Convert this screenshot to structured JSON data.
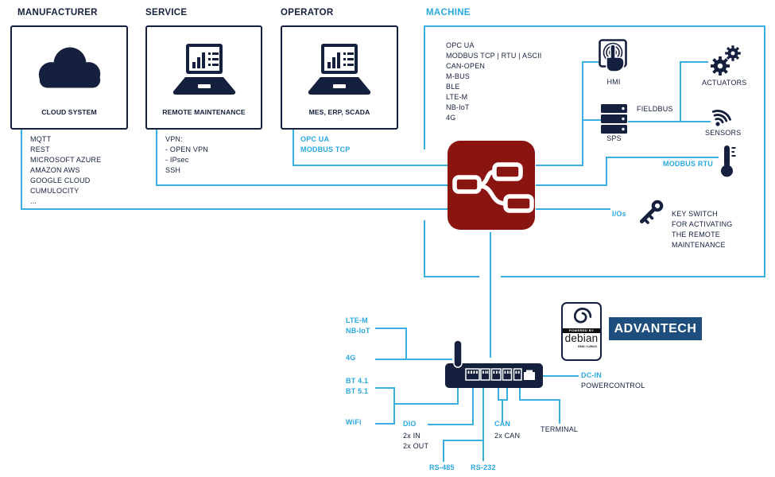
{
  "colors": {
    "navy": "#15203e",
    "cyan": "#29a8e0",
    "line_cyan": "#3aaee0",
    "node_red": "#8a1410",
    "advantech_blue": "#1d4e7e"
  },
  "manufacturer": {
    "header": "MANUFACTURER",
    "box_label": "CLOUD SYSTEM",
    "protocols": [
      "MQTT",
      "REST",
      "MICROSOFT AZURE",
      "AMAZON AWS",
      "GOOGLE CLOUD",
      "CUMULOCITY",
      "..."
    ]
  },
  "service": {
    "header": "SERVICE",
    "box_label": "REMOTE MAINTENANCE",
    "protocols": [
      "VPN:",
      "- OPEN VPN",
      "- IPsec",
      "SSH"
    ]
  },
  "operator": {
    "header": "OPERATOR",
    "box_label": "MES, ERP, SCADA",
    "protocols": [
      "OPC UA",
      "MODBUS TCP"
    ]
  },
  "machine": {
    "header": "MACHINE",
    "protocols": [
      "OPC UA",
      "MODBUS TCP | RTU | ASCII",
      "CAN-OPEN",
      "M-BUS",
      "BLE",
      "LTE-M",
      "NB-IoT",
      "4G"
    ],
    "hmi": "HMI",
    "sps": "SPS",
    "fieldbus": "FIELDBUS",
    "actuators": "ACTUATORS",
    "sensors": "SENSORS",
    "modbus_rtu": "MODBUS RTU",
    "ios": "I/Os",
    "key_switch": [
      "KEY SWITCH",
      "FOR ACTIVATING",
      "THE REMOTE",
      "MAINTENANCE"
    ]
  },
  "gateway": {
    "wireless_top": [
      "LTE-M",
      "NB-IoT"
    ],
    "cellular": "4G",
    "bluetooth": [
      "BT 4.1",
      "BT 5.1"
    ],
    "wifi": "WiFi",
    "dio": "DIO",
    "dio_sub": [
      "2x IN",
      "2x OUT"
    ],
    "can": "CAN",
    "can_sub": "2x CAN",
    "terminal": "TERMINAL",
    "rs485": "RS-485",
    "rs232": "RS-232",
    "dcin": "DC-IN",
    "dcin_sub": "POWERCONTROL"
  },
  "logos": {
    "debian_powered": "POWERED BY",
    "debian": "debian",
    "debian_sub": "GNU / LINUX",
    "advantech": "ADVANTECH"
  }
}
